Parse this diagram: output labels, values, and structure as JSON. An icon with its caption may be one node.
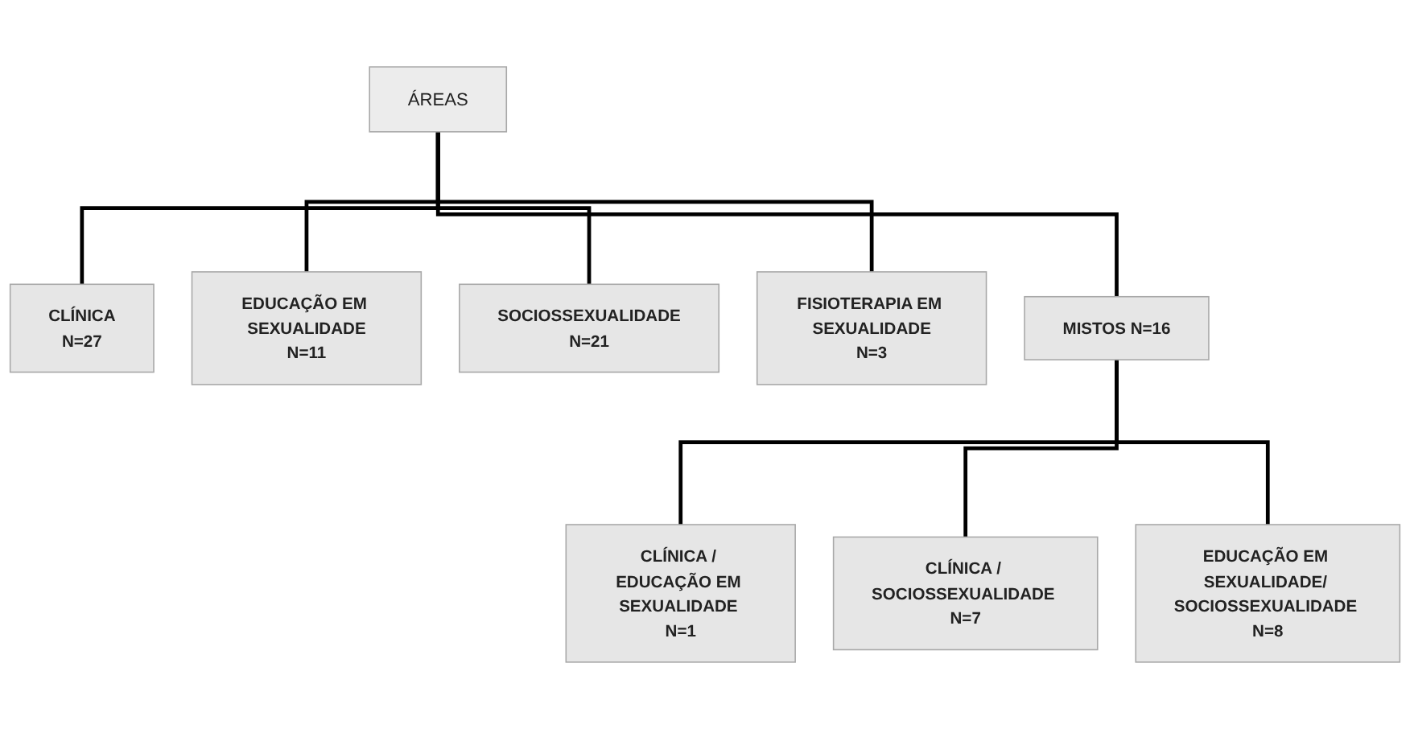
{
  "diagram": {
    "nodes": [
      {
        "text": [
          "ÁREAS"
        ]
      },
      {
        "text": [
          "CLÍNICA",
          "N=27"
        ]
      },
      {
        "text": [
          "EDUCAÇÃO EM SEXUALIDADE",
          "N=11"
        ]
      },
      {
        "text": [
          "SOCIOSSEXUALIDADE",
          "N=21"
        ]
      },
      {
        "text": [
          "FISIOTERAPIA EM SEXUALIDADE",
          "N=3"
        ]
      },
      {
        "text": [
          "MISTOS N=16"
        ]
      },
      {
        "text": [
          "CLÍNICA / EDUCAÇÃO EM SEXUALIDADE N=1"
        ]
      },
      {
        "text": [
          "CLÍNICA / SOCIOSSEXUALIDADE N=7"
        ]
      },
      {
        "text": [
          "EDUCAÇÃO EM SEXUALIDADE/ SOCIOSSEXUALIDADE N=8"
        ]
      }
    ],
    "edges": [
      {
        "from": 0,
        "to": 1,
        "arrow": "none"
      },
      {
        "from": 0,
        "to": 2,
        "arrow": "none"
      },
      {
        "from": 0,
        "to": 3,
        "arrow": "none"
      },
      {
        "from": 0,
        "to": 4,
        "arrow": "none"
      },
      {
        "from": 0,
        "to": 5,
        "arrow": "none"
      },
      {
        "from": 5,
        "to": 6,
        "arrow": "none"
      },
      {
        "from": 5,
        "to": 7,
        "arrow": "none"
      },
      {
        "from": 5,
        "to": 8,
        "arrow": "none"
      }
    ]
  }
}
